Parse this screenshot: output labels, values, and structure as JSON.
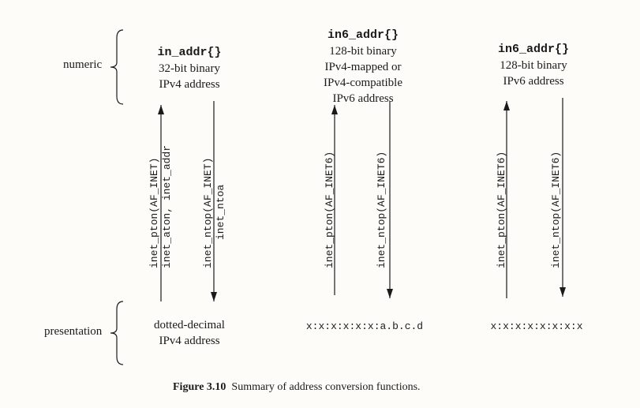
{
  "row_labels": {
    "numeric": "numeric",
    "presentation": "presentation"
  },
  "columns": [
    {
      "numeric_struct": "in_addr{}",
      "numeric_desc": [
        "32-bit binary",
        "IPv4 address"
      ],
      "presentation": [
        "dotted-decimal",
        "IPv4 address"
      ],
      "up_funcs": [
        "inet_pton(AF_INET)",
        "inet_aton, inet_addr"
      ],
      "down_funcs": [
        "inet_ntop(AF_INET)",
        "inet_ntoa"
      ]
    },
    {
      "numeric_struct": "in6_addr{}",
      "numeric_desc": [
        "128-bit binary",
        "IPv4-mapped or",
        "IPv4-compatible",
        "IPv6 address"
      ],
      "presentation": [
        "x:x:x:x:x:x:a.b.c.d"
      ],
      "up_funcs": [
        "inet_pton(AF_INET6)"
      ],
      "down_funcs": [
        "inet_ntop(AF_INET6)"
      ]
    },
    {
      "numeric_struct": "in6_addr{}",
      "numeric_desc": [
        "128-bit binary",
        "IPv6 address"
      ],
      "presentation": [
        "x:x:x:x:x:x:x:x"
      ],
      "up_funcs": [
        "inet_pton(AF_INET6)"
      ],
      "down_funcs": [
        "inet_ntop(AF_INET6)"
      ]
    }
  ],
  "caption": {
    "label": "Figure 3.10",
    "text": "Summary of address conversion functions."
  }
}
